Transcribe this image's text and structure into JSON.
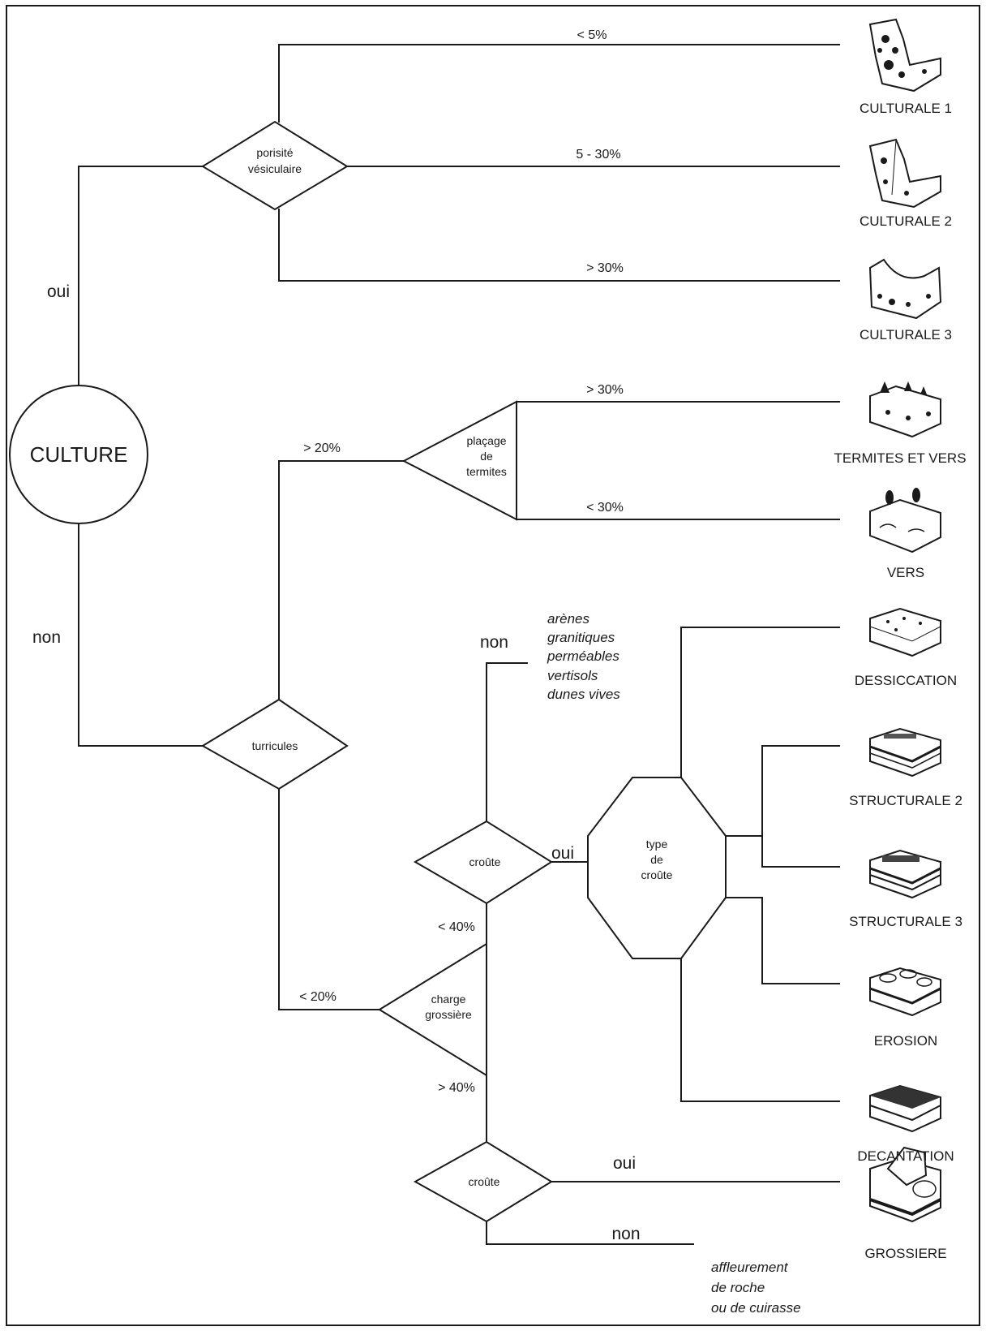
{
  "diagram": {
    "start": "CULTURE",
    "decisions": {
      "porosite": [
        "porisité",
        "vésiculaire"
      ],
      "placage": [
        "plaçage",
        "de",
        "termites"
      ],
      "turricules": "turricules",
      "croute_top": "croûte",
      "charge": [
        "charge",
        "grossière"
      ],
      "croute_bottom": "croûte",
      "type_croute": [
        "type",
        "de",
        "croûte"
      ]
    },
    "edges": {
      "oui_top": "oui",
      "non_left": "non",
      "lt5": "< 5%",
      "p5_30": "5 - 30%",
      "gt30_por": "> 30%",
      "gt30_pla": "> 30%",
      "lt30_pla": "< 30%",
      "gt20": "> 20%",
      "lt20": "< 20%",
      "non_mid": "non",
      "oui_mid": "oui",
      "lt40": "< 40%",
      "gt40": "> 40%",
      "oui_bottom": "oui",
      "non_bottom": "non"
    },
    "notes": {
      "non_mid": [
        "arènes",
        "granitiques",
        "perméables",
        "vertisols",
        "dunes vives"
      ],
      "non_bottom": [
        "affleurement",
        "de roche",
        "ou de cuirasse"
      ]
    },
    "results": [
      "CULTURALE 1",
      "CULTURALE 2",
      "CULTURALE 3",
      "TERMITES ET VERS",
      "VERS",
      "DESSICCATION",
      "STRUCTURALE 2",
      "STRUCTURALE 3",
      "EROSION",
      "DECANTATION",
      "GROSSIERE"
    ],
    "result_icons": [
      "culturale-1-block-icon",
      "culturale-2-block-icon",
      "culturale-3-block-icon",
      "termites-et-vers-block-icon",
      "vers-block-icon",
      "dessiccation-block-icon",
      "structurale-2-block-icon",
      "structurale-3-block-icon",
      "erosion-block-icon",
      "decantation-block-icon",
      "grossiere-block-icon"
    ]
  }
}
